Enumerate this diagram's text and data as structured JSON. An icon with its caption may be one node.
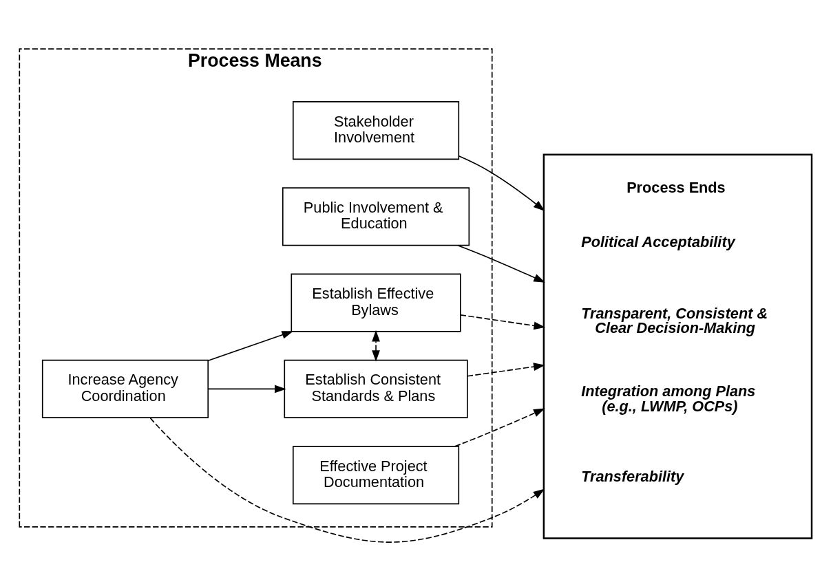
{
  "diagram": {
    "nodes": [
      {
        "text": [
          "Process Means"
        ]
      },
      {
        "text": [
          "Stakeholder Involvement"
        ],
        "in": 0
      },
      {
        "text": [
          "Public Involvement & Education"
        ],
        "in": 0
      },
      {
        "text": [
          "Establish Consistent Standards & Plans"
        ],
        "in": 0
      },
      {
        "text": [
          "Increase Agency Coordination"
        ],
        "in": 0
      },
      {
        "text": [
          "Establish Effective Bylaws"
        ],
        "in": 0
      },
      {
        "text": [
          "Effective Project Documentation"
        ],
        "in": 0
      },
      {
        "text": [
          "Process Ends",
          "Political Acceptability",
          "Transparent, Consistent & Clear Decision-Making",
          "Integration among Plans (e.g., LWMP, OCPs)",
          "Transferability"
        ]
      }
    ],
    "edges": [
      {
        "from": 1,
        "to": 7,
        "arrow": "to"
      },
      {
        "from": 2,
        "to": 7,
        "arrow": "to"
      },
      {
        "from": 4,
        "to": 3,
        "arrow": "to"
      },
      {
        "from": 4,
        "to": 5,
        "arrow": "to"
      },
      {
        "from": 3,
        "to": 7,
        "arrow": "to",
        "style": "dashed"
      },
      {
        "from": 3,
        "to": 5,
        "arrow": "both",
        "style": "dashed"
      },
      {
        "from": 4,
        "to": 7,
        "arrow": "to",
        "style": "dashed"
      },
      {
        "from": 5,
        "to": 7,
        "arrow": "to",
        "style": "dashed"
      },
      {
        "from": 6,
        "to": 7,
        "arrow": "to",
        "style": "dashed"
      }
    ]
  }
}
